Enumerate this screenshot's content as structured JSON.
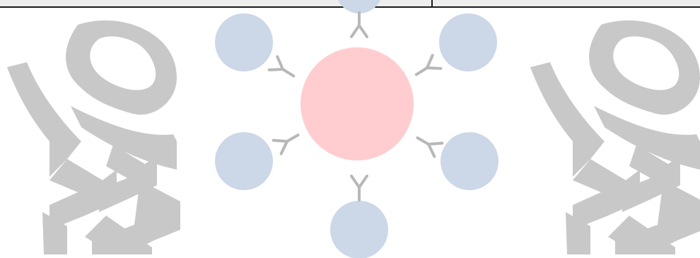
{
  "colors": {
    "background": "#ffffff",
    "emblem": "#c8c8c8",
    "center_node": "#ffcdd0",
    "satellite_node": "#ccd7e8",
    "connector": "#b8b8b8",
    "table_border": "#1a1a1a",
    "table_fill": "#eeeeee"
  },
  "diagram": {
    "center_node": {
      "name": "center-circle"
    },
    "satellite_nodes": [
      {
        "name": "top"
      },
      {
        "name": "upper-left"
      },
      {
        "name": "upper-right"
      },
      {
        "name": "lower-left"
      },
      {
        "name": "lower-right"
      },
      {
        "name": "bottom"
      }
    ]
  },
  "decorations": {
    "left_emblem": "stylized-s-knot",
    "right_emblem": "stylized-s-knot"
  }
}
